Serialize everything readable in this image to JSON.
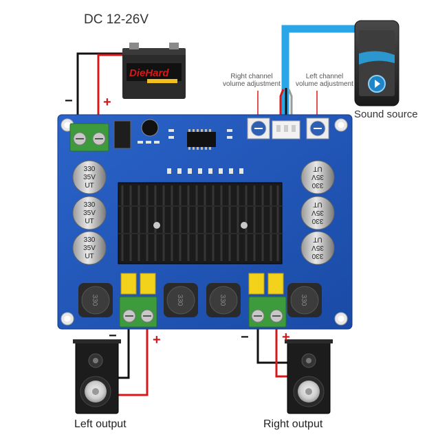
{
  "power": {
    "label": "DC 12-26V",
    "battery_brand": "DieHard"
  },
  "polarity": {
    "minus": "−",
    "plus": "+"
  },
  "volume": {
    "right_channel": "Right channel",
    "right_adjust": "volume adjustment",
    "left_channel": "Left channel",
    "left_adjust": "volume adjustment"
  },
  "source": {
    "label": "Sound source"
  },
  "outputs": {
    "left": "Left output",
    "right": "Right output"
  },
  "capacitor": {
    "line1": "330",
    "line2": "35V",
    "line3": "UT"
  },
  "inductor": {
    "value": "330"
  },
  "colors": {
    "board": "#1f56b8",
    "heatsink": "#1b1b1b",
    "terminal": "#3d9a3d",
    "wire_red": "#d81818",
    "wire_black": "#111111",
    "wire_blue": "#29a6e8"
  }
}
